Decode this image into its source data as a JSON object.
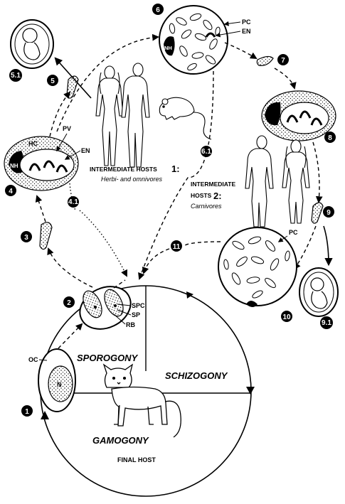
{
  "diagram": {
    "step_numbers": [
      "1",
      "2",
      "3",
      "4",
      "5",
      "6",
      "7",
      "8",
      "9",
      "10",
      "11"
    ],
    "sub_labels": {
      "s4_1": "4.1",
      "s5_1": "5.1",
      "s6_1": "6.1",
      "s9_1": "9.1"
    },
    "cell_labels": {
      "pc_top": "PC",
      "en_top": "EN",
      "nh_top": "NH",
      "hc": "HC",
      "pv": "PV",
      "en_left": "EN",
      "nh_left": "NH",
      "pc_right": "PC",
      "spc": "SPC",
      "sp": "SP",
      "rb": "RB",
      "oc": "OC",
      "n": "N"
    },
    "host_groups": {
      "hosts1_title": "INTERMEDIATE HOSTS",
      "hosts1_number": "1:",
      "hosts1_sub": "Herbi- and omnivores",
      "hosts2_title_line1": "INTERMEDIATE",
      "hosts2_title_line2": "HOSTS",
      "hosts2_number": "2:",
      "hosts2_sub": "Carnivores"
    },
    "phases": {
      "sporogony": "SPOROGONY",
      "schizogony": "SCHIZOGONY",
      "gamogony": "GAMOGONY",
      "final_host": "FINAL HOST"
    }
  }
}
